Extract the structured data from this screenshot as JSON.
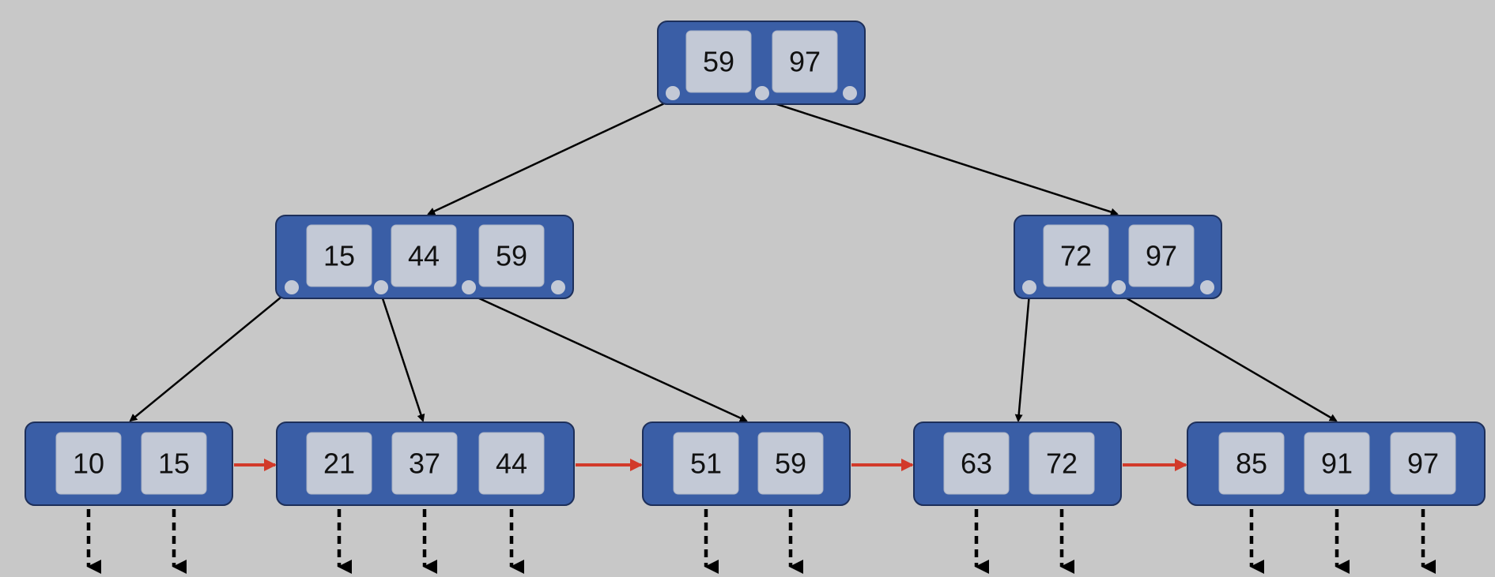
{
  "colors": {
    "background": "#c8c8c8",
    "node_fill": "#3a5ea6",
    "key_box": "#c3c9d6",
    "edge": "#000000",
    "leaf_link": "#d23a2a"
  },
  "tree": {
    "root": {
      "keys": [
        "59",
        "97"
      ]
    },
    "internal": [
      {
        "keys": [
          "15",
          "44",
          "59"
        ]
      },
      {
        "keys": [
          "72",
          "97"
        ]
      }
    ],
    "leaves": [
      {
        "keys": [
          "10",
          "15"
        ]
      },
      {
        "keys": [
          "21",
          "37",
          "44"
        ]
      },
      {
        "keys": [
          "51",
          "59"
        ]
      },
      {
        "keys": [
          "63",
          "72"
        ]
      },
      {
        "keys": [
          "85",
          "91",
          "97"
        ]
      }
    ]
  }
}
